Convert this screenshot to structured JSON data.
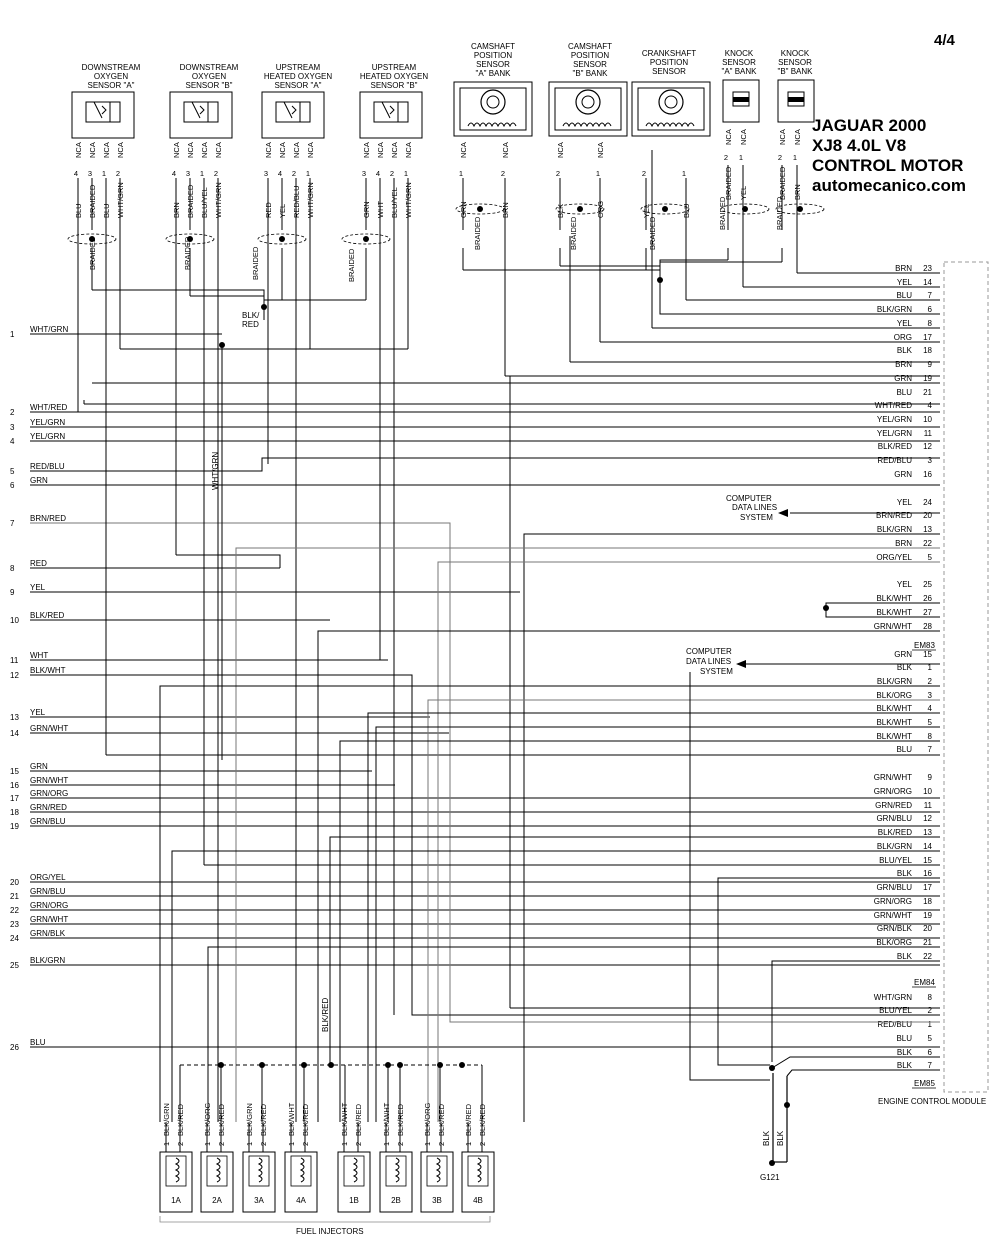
{
  "page_number": "4/4",
  "title_lines": [
    "JAGUAR 2000",
    "XJ8 4.0L V8",
    "CONTROL MOTOR",
    "automecanico.com"
  ],
  "sensors": [
    {
      "label": [
        "DOWNSTREAM",
        "OXYGEN",
        "SENSOR \"A\""
      ],
      "nca": [
        "NCA",
        "NCA",
        "NCA",
        "NCA"
      ],
      "pins": [
        "4",
        "3",
        "1",
        "2"
      ],
      "wires": [
        "BLU",
        "BRAIDED",
        "BLU",
        "WHT/GRN"
      ]
    },
    {
      "label": [
        "DOWNSTREAM",
        "OXYGEN",
        "SENSOR \"B\""
      ],
      "nca": [
        "NCA",
        "NCA",
        "NCA",
        "NCA"
      ],
      "pins": [
        "4",
        "3",
        "1",
        "2"
      ],
      "wires": [
        "BRN",
        "BRAIDED",
        "BLU/YEL",
        "WHT/GRN"
      ]
    },
    {
      "label": [
        "UPSTREAM",
        "HEATED OXYGEN",
        "SENSOR \"A\""
      ],
      "nca": [
        "NCA",
        "NCA",
        "NCA",
        "NCA"
      ],
      "pins": [
        "3",
        "4",
        "2",
        "1"
      ],
      "wires": [
        "RED",
        "YEL",
        "RED/BLU",
        "WHT/GRN"
      ]
    },
    {
      "label": [
        "UPSTREAM",
        "HEATED OXYGEN",
        "SENSOR \"B\""
      ],
      "nca": [
        "NCA",
        "NCA",
        "NCA",
        "NCA"
      ],
      "pins": [
        "3",
        "4",
        "2",
        "1"
      ],
      "wires": [
        "GRN",
        "WHT",
        "BLU/YEL",
        "WHT/GRN"
      ]
    },
    {
      "label": [
        "CAMSHAFT",
        "POSITION",
        "SENSOR",
        "\"A\" BANK"
      ],
      "nca": [
        "NCA",
        "NCA"
      ],
      "pins": [
        "1",
        "2"
      ],
      "wires": [
        "GRN",
        "BRN"
      ]
    },
    {
      "label": [
        "CAMSHAFT",
        "POSITION",
        "SENSOR",
        "\"B\" BANK"
      ],
      "nca": [
        "NCA",
        "NCA"
      ],
      "pins": [
        "2",
        "1"
      ],
      "wires": [
        "BLK",
        "ORG"
      ]
    },
    {
      "label": [
        "CRANKSHAFT",
        "POSITION",
        "SENSOR"
      ],
      "nca": [],
      "pins": [
        "2",
        "1"
      ],
      "wires": [
        "YEL",
        "BLU"
      ]
    },
    {
      "label": [
        "KNOCK",
        "SENSOR",
        "\"A\" BANK"
      ],
      "nca": [
        "NCA",
        "NCA"
      ],
      "pins": [
        "2",
        "1"
      ],
      "wires": [
        "BRAIDED",
        "YEL"
      ]
    },
    {
      "label": [
        "KNOCK",
        "SENSOR",
        "\"B\" BANK"
      ],
      "nca": [
        "NCA",
        "NCA"
      ],
      "pins": [
        "2",
        "1"
      ],
      "wires": [
        "BRAIDED",
        "BRN"
      ]
    }
  ],
  "braided_label": "BRAIDED",
  "splice_label": [
    "BLK/",
    "RED"
  ],
  "computer_data_lines": [
    "COMPUTER",
    "DATA LINES",
    "SYSTEM"
  ],
  "connector_ids": [
    "EM83",
    "EM84",
    "EM85"
  ],
  "ecm_label": "ENGINE CONTROL MODULE",
  "ground_label": "G121",
  "ground_wires": [
    "BLK",
    "BLK"
  ],
  "fuel_injectors_label": "FUEL INJECTORS",
  "left_terminals": [
    {
      "num": "1",
      "wire": "WHT/GRN"
    },
    {
      "num": "2",
      "wire": "WHT/RED"
    },
    {
      "num": "3",
      "wire": "YEL/GRN"
    },
    {
      "num": "4",
      "wire": "YEL/GRN"
    },
    {
      "num": "5",
      "wire": "RED/BLU"
    },
    {
      "num": "6",
      "wire": "GRN"
    },
    {
      "num": "7",
      "wire": "BRN/RED"
    },
    {
      "num": "8",
      "wire": "RED"
    },
    {
      "num": "9",
      "wire": "YEL"
    },
    {
      "num": "10",
      "wire": "BLK/RED"
    },
    {
      "num": "11",
      "wire": "WHT"
    },
    {
      "num": "12",
      "wire": "BLK/WHT"
    },
    {
      "num": "13",
      "wire": "YEL"
    },
    {
      "num": "14",
      "wire": "GRN/WHT"
    },
    {
      "num": "15",
      "wire": "GRN"
    },
    {
      "num": "16",
      "wire": "GRN/WHT"
    },
    {
      "num": "17",
      "wire": "GRN/ORG"
    },
    {
      "num": "18",
      "wire": "GRN/RED"
    },
    {
      "num": "19",
      "wire": "GRN/BLU"
    },
    {
      "num": "20",
      "wire": "ORG/YEL"
    },
    {
      "num": "21",
      "wire": "GRN/BLU"
    },
    {
      "num": "22",
      "wire": "GRN/ORG"
    },
    {
      "num": "23",
      "wire": "GRN/WHT"
    },
    {
      "num": "24",
      "wire": "GRN/BLK"
    },
    {
      "num": "25",
      "wire": "BLK/GRN"
    },
    {
      "num": "26",
      "wire": "BLU"
    }
  ],
  "right_terminals": [
    {
      "wire": "BRN",
      "pin": "23"
    },
    {
      "wire": "YEL",
      "pin": "14"
    },
    {
      "wire": "BLU",
      "pin": "7"
    },
    {
      "wire": "BLK/GRN",
      "pin": "6"
    },
    {
      "wire": "YEL",
      "pin": "8"
    },
    {
      "wire": "ORG",
      "pin": "17"
    },
    {
      "wire": "BLK",
      "pin": "18"
    },
    {
      "wire": "BRN",
      "pin": "9"
    },
    {
      "wire": "GRN",
      "pin": "19"
    },
    {
      "wire": "BLU",
      "pin": "21"
    },
    {
      "wire": "WHT/RED",
      "pin": "4"
    },
    {
      "wire": "YEL/GRN",
      "pin": "10"
    },
    {
      "wire": "YEL/GRN",
      "pin": "11"
    },
    {
      "wire": "BLK/RED",
      "pin": "12"
    },
    {
      "wire": "RED/BLU",
      "pin": "3"
    },
    {
      "wire": "GRN",
      "pin": "16"
    },
    {
      "wire": "YEL",
      "pin": "24"
    },
    {
      "wire": "BRN/RED",
      "pin": "20"
    },
    {
      "wire": "BLK/GRN",
      "pin": "13"
    },
    {
      "wire": "BRN",
      "pin": "22"
    },
    {
      "wire": "ORG/YEL",
      "pin": "5"
    },
    {
      "wire": "YEL",
      "pin": "25"
    },
    {
      "wire": "BLK/WHT",
      "pin": "26"
    },
    {
      "wire": "BLK/WHT",
      "pin": "27"
    },
    {
      "wire": "GRN/WHT",
      "pin": "28"
    },
    {
      "wire": "GRN",
      "pin": "15"
    },
    {
      "wire": "BLK",
      "pin": "1"
    },
    {
      "wire": "BLK/GRN",
      "pin": "2"
    },
    {
      "wire": "BLK/ORG",
      "pin": "3"
    },
    {
      "wire": "BLK/WHT",
      "pin": "4"
    },
    {
      "wire": "BLK/WHT",
      "pin": "5"
    },
    {
      "wire": "BLK/WHT",
      "pin": "8"
    },
    {
      "wire": "BLU",
      "pin": "7"
    },
    {
      "wire": "GRN/WHT",
      "pin": "9"
    },
    {
      "wire": "GRN/ORG",
      "pin": "10"
    },
    {
      "wire": "GRN/RED",
      "pin": "11"
    },
    {
      "wire": "GRN/BLU",
      "pin": "12"
    },
    {
      "wire": "BLK/RED",
      "pin": "13"
    },
    {
      "wire": "BLK/GRN",
      "pin": "14"
    },
    {
      "wire": "BLU/YEL",
      "pin": "15"
    },
    {
      "wire": "BLK",
      "pin": "16"
    },
    {
      "wire": "GRN/BLU",
      "pin": "17"
    },
    {
      "wire": "GRN/ORG",
      "pin": "18"
    },
    {
      "wire": "GRN/WHT",
      "pin": "19"
    },
    {
      "wire": "GRN/BLK",
      "pin": "20"
    },
    {
      "wire": "BLK/ORG",
      "pin": "21"
    },
    {
      "wire": "BLK",
      "pin": "22"
    },
    {
      "wire": "WHT/GRN",
      "pin": "8"
    },
    {
      "wire": "BLU/YEL",
      "pin": "2"
    },
    {
      "wire": "RED/BLU",
      "pin": "1"
    },
    {
      "wire": "BLU",
      "pin": "5"
    },
    {
      "wire": "BLK",
      "pin": "6"
    },
    {
      "wire": "BLK",
      "pin": "7"
    }
  ],
  "vertical_wire_labels": [
    "WHT/GRN",
    "BLK/RED"
  ],
  "injectors": [
    {
      "name": "1A",
      "pins": [
        {
          "num": "1",
          "wire": "BLK/GRN"
        },
        {
          "num": "2",
          "wire": "BLK/RED"
        }
      ]
    },
    {
      "name": "2A",
      "pins": [
        {
          "num": "1",
          "wire": "BLK/ORG"
        },
        {
          "num": "2",
          "wire": "BLK/RED"
        }
      ]
    },
    {
      "name": "3A",
      "pins": [
        {
          "num": "1",
          "wire": "BLK/GRN"
        },
        {
          "num": "2",
          "wire": "BLK/RED"
        }
      ]
    },
    {
      "name": "4A",
      "pins": [
        {
          "num": "1",
          "wire": "BLK/WHT"
        },
        {
          "num": "2",
          "wire": "BLK/RED"
        }
      ]
    },
    {
      "name": "1B",
      "pins": [
        {
          "num": "1",
          "wire": "BLK/WHT"
        },
        {
          "num": "2",
          "wire": "BLK/RED"
        }
      ]
    },
    {
      "name": "2B",
      "pins": [
        {
          "num": "1",
          "wire": "BLK/WHT"
        },
        {
          "num": "2",
          "wire": "BLK/RED"
        }
      ]
    },
    {
      "name": "3B",
      "pins": [
        {
          "num": "1",
          "wire": "BLK/ORG"
        },
        {
          "num": "2",
          "wire": "BLK/RED"
        }
      ]
    },
    {
      "name": "4B",
      "pins": [
        {
          "num": "1",
          "wire": "BLK/RED"
        },
        {
          "num": "2",
          "wire": "BLK/RED"
        }
      ]
    }
  ]
}
